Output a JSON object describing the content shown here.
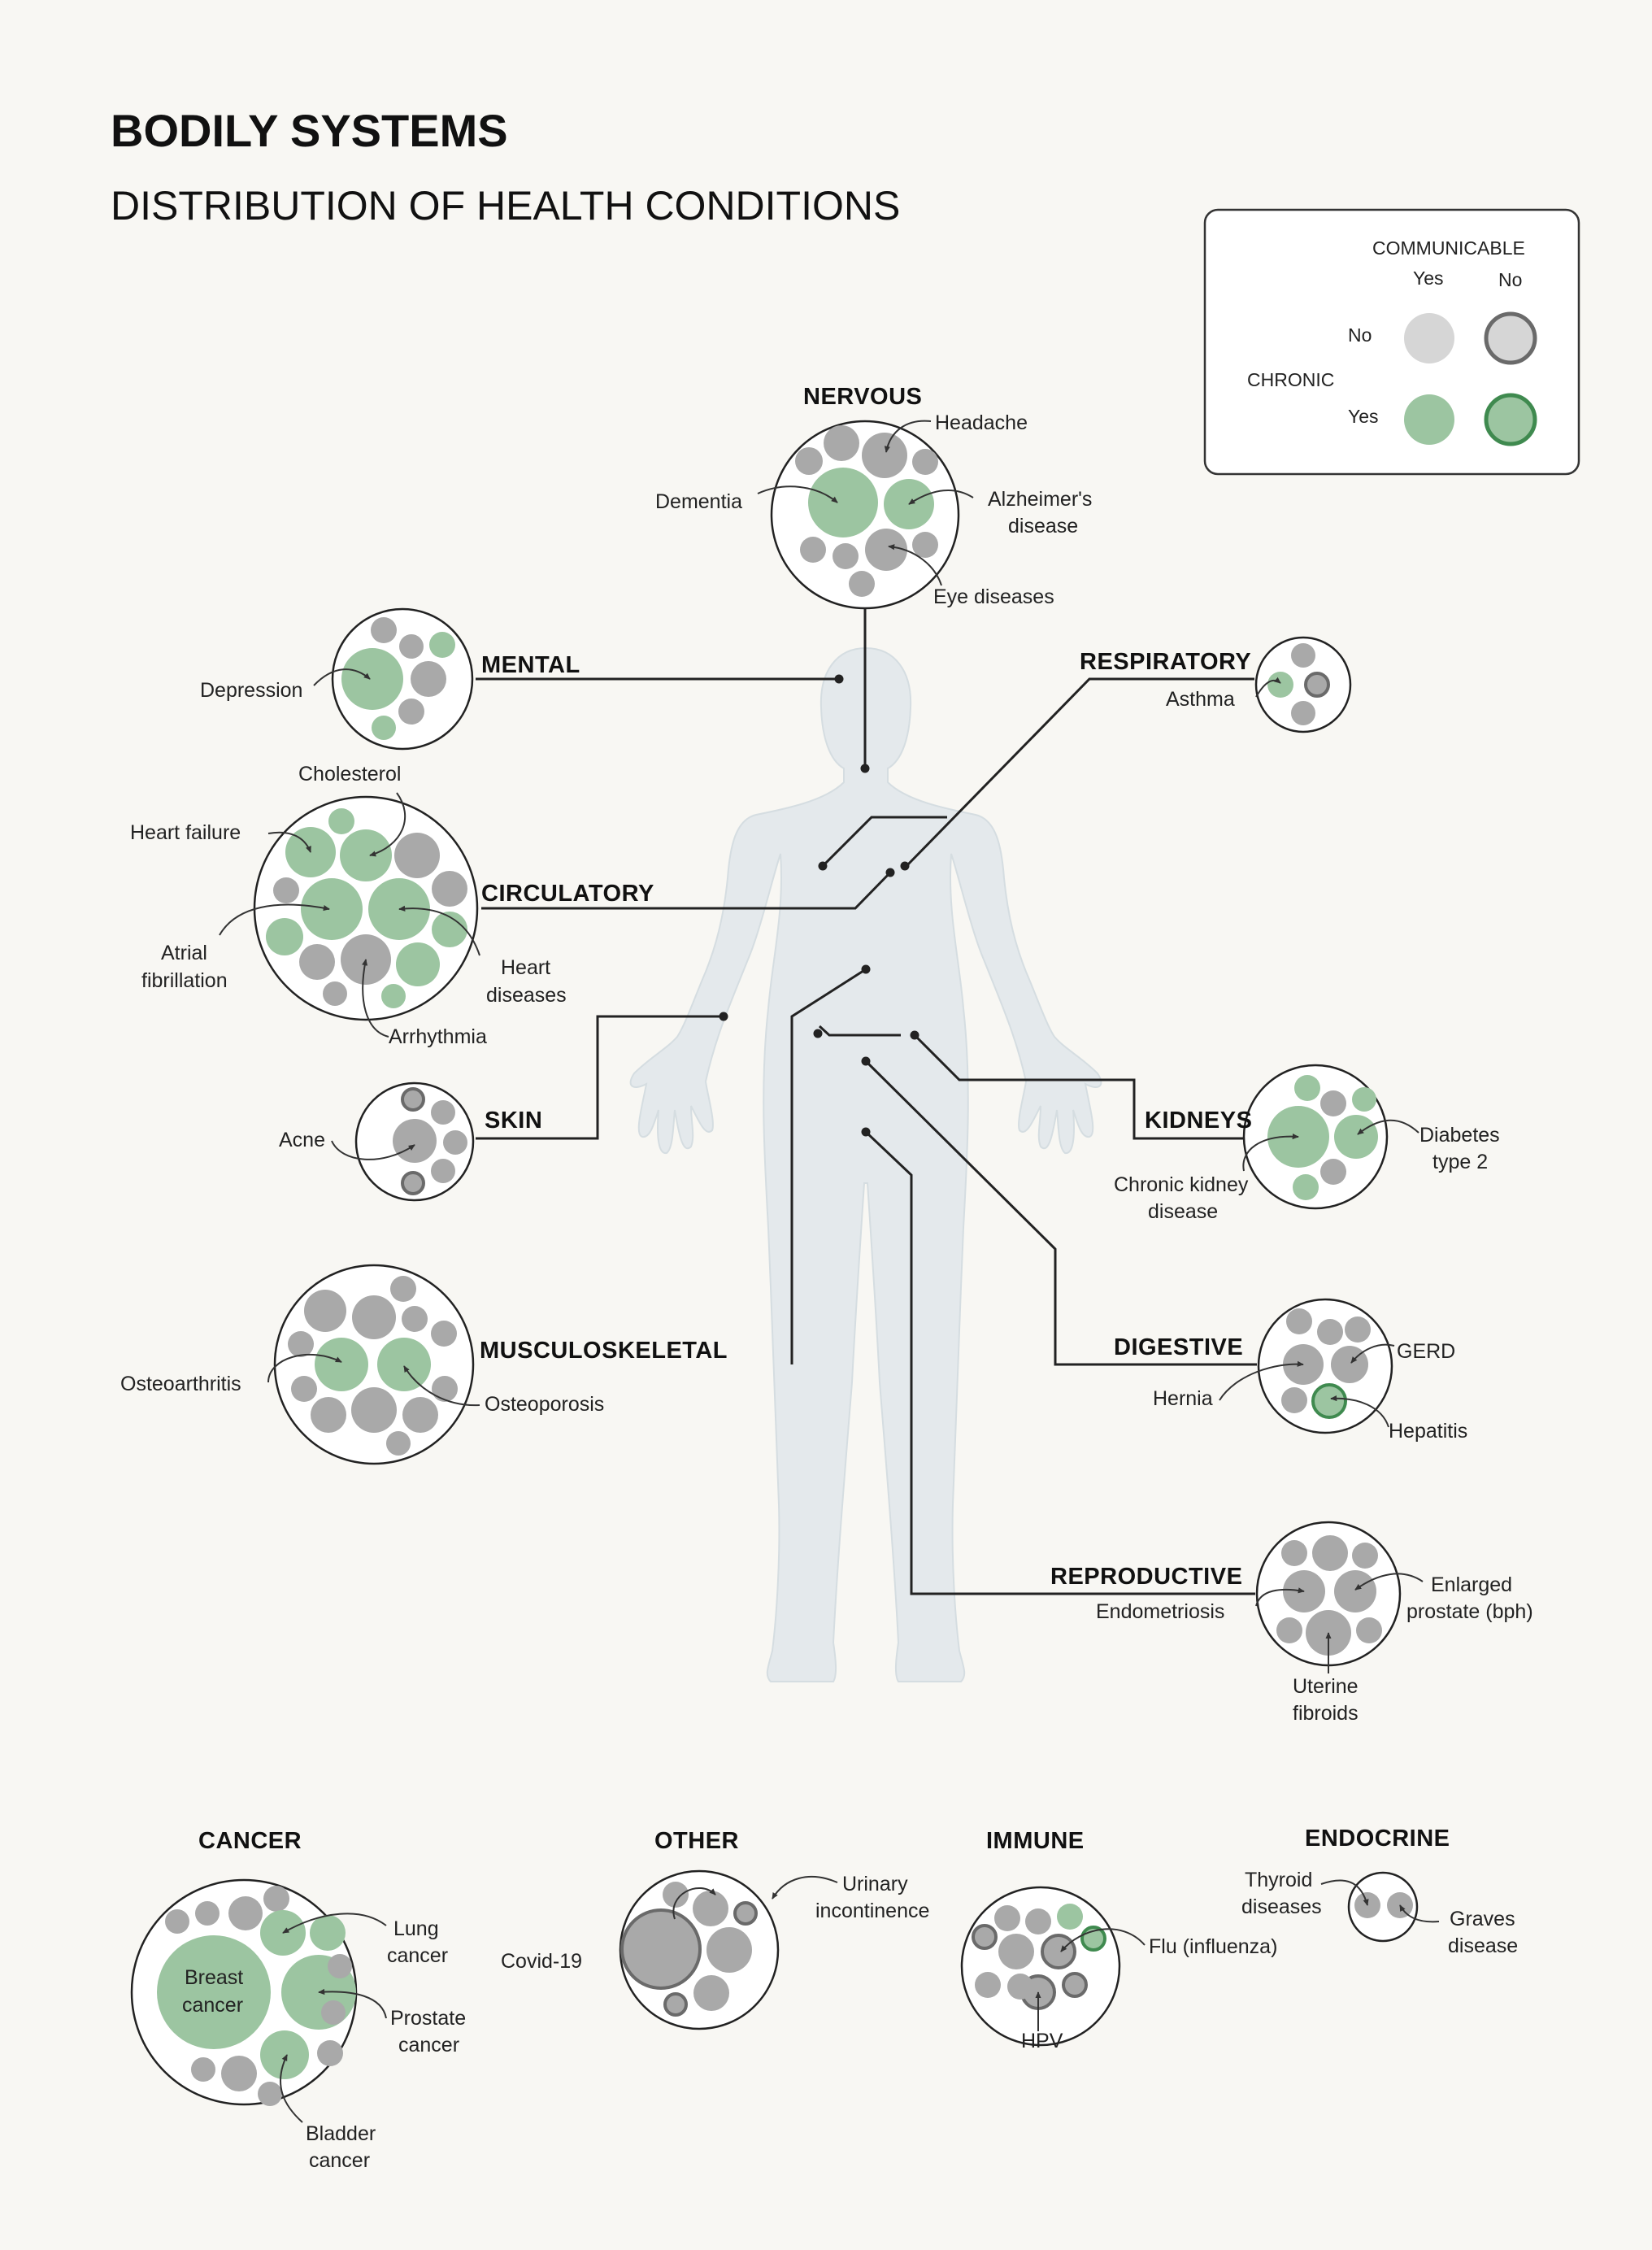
{
  "title": "BODILY SYSTEMS",
  "subtitle": "DISTRIBUTION OF HEALTH CONDITIONS",
  "legend": {
    "communicable": "COMMUNICABLE",
    "yes": "Yes",
    "no": "No",
    "chronic": "CHRONIC",
    "row_no": "No",
    "row_yes": "Yes"
  },
  "colors": {
    "background": "#f8f7f3",
    "body": "#e4e9ec",
    "grey": "#a9a9a9",
    "green": "#9cc5a1",
    "light_grey": "#d6d6d6",
    "dark_outline": "#6a6a6a",
    "green_outline": "#3f8a4f"
  },
  "systems": {
    "nervous": "NERVOUS",
    "mental": "MENTAL",
    "respiratory": "RESPIRATORY",
    "circulatory": "CIRCULATORY",
    "skin": "SKIN",
    "kidneys": "KIDNEYS",
    "musculoskeletal": "MUSCULOSKELETAL",
    "digestive": "DIGESTIVE",
    "reproductive": "REPRODUCTIVE",
    "cancer": "CANCER",
    "other": "OTHER",
    "immune": "IMMUNE",
    "endocrine": "ENDOCRINE"
  },
  "conditions": {
    "headache": "Headache",
    "dementia": "Dementia",
    "alzheimers_1": "Alzheimer's",
    "alzheimers_2": "disease",
    "eye_diseases": "Eye diseases",
    "depression": "Depression",
    "asthma": "Asthma",
    "cholesterol": "Cholesterol",
    "heart_failure": "Heart failure",
    "atrial_1": "Atrial",
    "atrial_2": "fibrillation",
    "heart_diseases_1": "Heart",
    "heart_diseases_2": "diseases",
    "arrhythmia": "Arrhythmia",
    "acne": "Acne",
    "diabetes_1": "Diabetes",
    "diabetes_2": "type 2",
    "ckd_1": "Chronic kidney",
    "ckd_2": "disease",
    "osteoarthritis": "Osteoarthritis",
    "osteoporosis": "Osteoporosis",
    "gerd": "GERD",
    "hernia": "Hernia",
    "hepatitis": "Hepatitis",
    "endometriosis": "Endometriosis",
    "bph_1": "Enlarged",
    "bph_2": "prostate (bph)",
    "fibroids_1": "Uterine",
    "fibroids_2": "fibroids",
    "lung_1": "Lung",
    "lung_2": "cancer",
    "breast_1": "Breast",
    "breast_2": "cancer",
    "prostate_1": "Prostate",
    "prostate_2": "cancer",
    "bladder_1": "Bladder",
    "bladder_2": "cancer",
    "covid": "Covid-19",
    "urinary_1": "Urinary",
    "urinary_2": "incontinence",
    "flu": "Flu (influenza)",
    "hpv": "HPV",
    "thyroid_1": "Thyroid",
    "thyroid_2": "diseases",
    "graves_1": "Graves",
    "graves_2": "disease"
  }
}
